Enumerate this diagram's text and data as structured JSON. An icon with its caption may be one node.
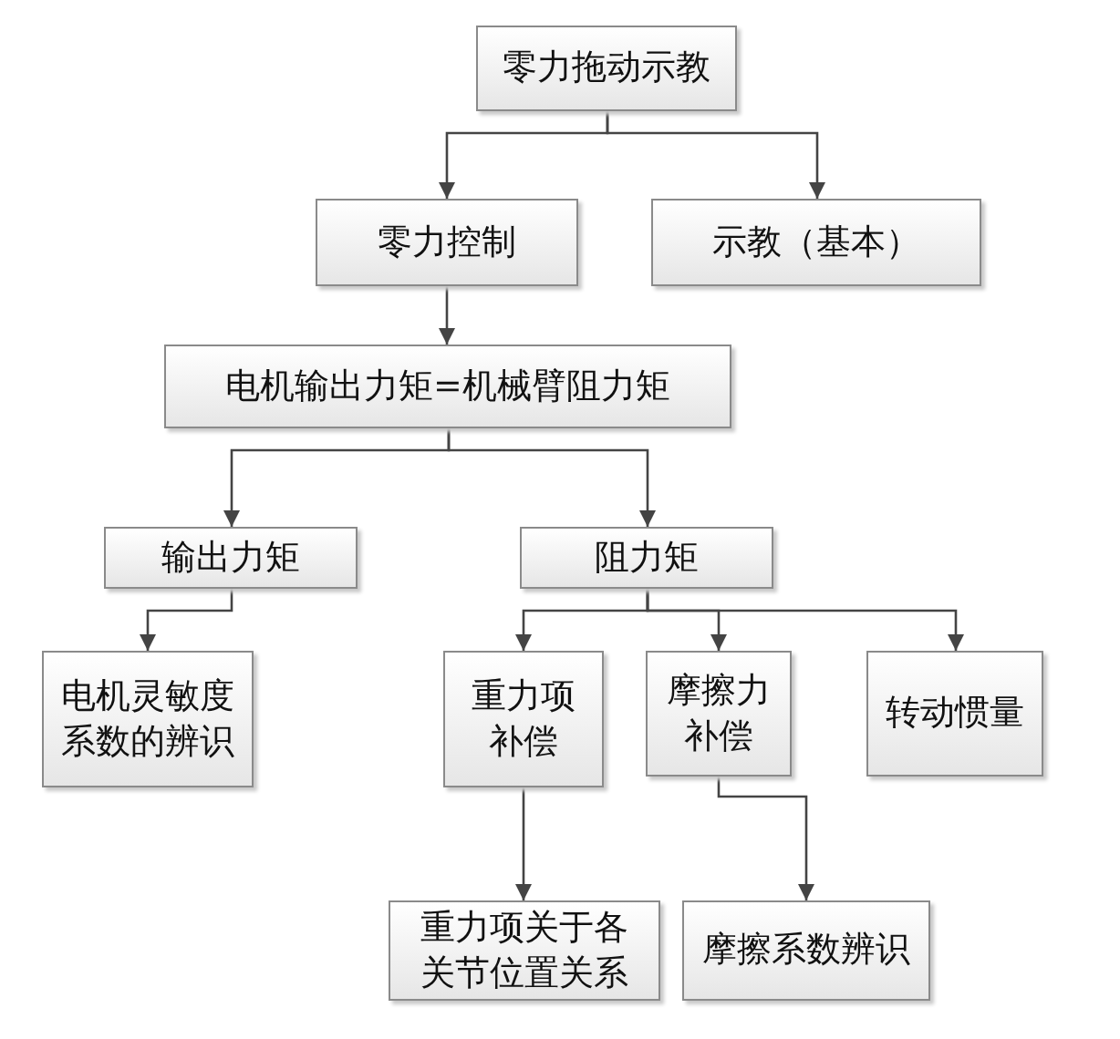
{
  "diagram": {
    "nodes": [
      {
        "text": [
          "零力拖动示教"
        ]
      },
      {
        "text": [
          "零力控制"
        ]
      },
      {
        "text": [
          "示教（基本）"
        ]
      },
      {
        "text": [
          "电机输出力矩=机械臂阻力矩"
        ]
      },
      {
        "text": [
          "输出力矩"
        ]
      },
      {
        "text": [
          "阻力矩"
        ]
      },
      {
        "text": [
          "电机灵敏度系数的辨识"
        ]
      },
      {
        "text": [
          "重力项补偿"
        ]
      },
      {
        "text": [
          "摩擦力补偿"
        ]
      },
      {
        "text": [
          "转动惯量"
        ]
      },
      {
        "text": [
          "重力项关于各关节位置关系"
        ]
      },
      {
        "text": [
          "摩擦系数辨识"
        ]
      }
    ],
    "edges": [
      {
        "from": 0,
        "to": 1,
        "arrow": "to"
      },
      {
        "from": 0,
        "to": 2,
        "arrow": "to"
      },
      {
        "from": 1,
        "to": 3,
        "arrow": "to"
      },
      {
        "from": 3,
        "to": 4,
        "arrow": "to"
      },
      {
        "from": 3,
        "to": 5,
        "arrow": "to"
      },
      {
        "from": 4,
        "to": 6,
        "arrow": "to"
      },
      {
        "from": 5,
        "to": 7,
        "arrow": "to"
      },
      {
        "from": 5,
        "to": 8,
        "arrow": "to"
      },
      {
        "from": 5,
        "to": 9,
        "arrow": "to"
      },
      {
        "from": 7,
        "to": 10,
        "arrow": "to"
      },
      {
        "from": 8,
        "to": 11,
        "arrow": "to"
      }
    ]
  }
}
